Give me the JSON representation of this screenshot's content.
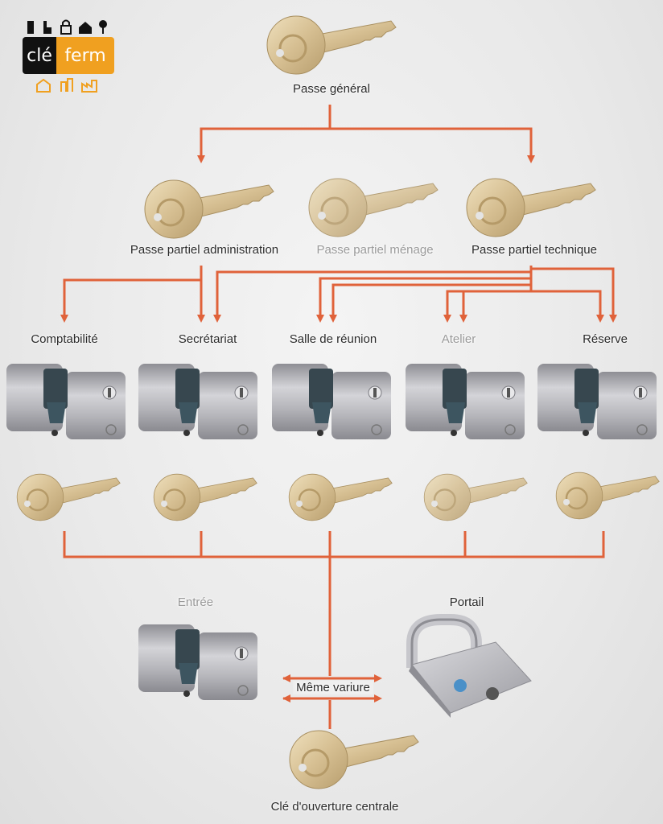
{
  "logo": {
    "part1": "clé",
    "part2": "ferm",
    "icons": [
      "building-icon",
      "tool-icon",
      "lock-icon",
      "house-hand-icon",
      "key-icon"
    ],
    "bottom_icons": [
      "house-icon",
      "city-icon",
      "factory-icon"
    ],
    "colors": {
      "dark": "#111111",
      "accent": "#f0a020"
    }
  },
  "labels": {
    "master": "Passe général",
    "partial_admin": "Passe partiel administration",
    "partial_menage": "Passe partiel ménage",
    "partial_technique": "Passe partiel technique",
    "comptabilite": "Comptabilité",
    "secretariat": "Secrétariat",
    "salle_reunion": "Salle de réunion",
    "atelier": "Atelier",
    "reserve": "Réserve",
    "entree": "Entrée",
    "portail": "Portail",
    "meme_variure": "Même variure",
    "cle_centrale": "Clé d'ouverture centrale"
  },
  "colors": {
    "connector": "#e0623a",
    "key_brass": "#d9c39a",
    "cylinder": "#b9b9bf"
  }
}
